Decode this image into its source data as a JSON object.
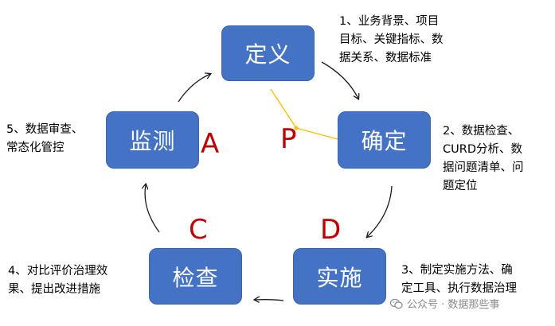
{
  "nodes": {
    "define": "定义",
    "confirm": "确定",
    "implement": "实施",
    "check": "检查",
    "monitor": "监测"
  },
  "letters": {
    "p": "P",
    "a": "A",
    "c": "C",
    "d": "D"
  },
  "descriptions": {
    "d1": "1、业务背景、项目\n目标、关键指标、数\n据关系、数据标准",
    "d2": "2、数据检查、\nCURD分析、数\n据问题清单、问\n题定位",
    "d3": "3、制定实施方法、确\n定工具、执行数据治理",
    "d4": "4、对比评价治理效\n果、提出改进措施",
    "d5": "5、数据审查、\n常态化管控"
  },
  "watermark": {
    "text": "公众号 · 数据那些事",
    "icon": "wechat-icon"
  },
  "colors": {
    "box_fill": "#4472c4",
    "letter": "#c00000",
    "p_lines": "#ffc000",
    "arrows": "#1a1a1a"
  }
}
